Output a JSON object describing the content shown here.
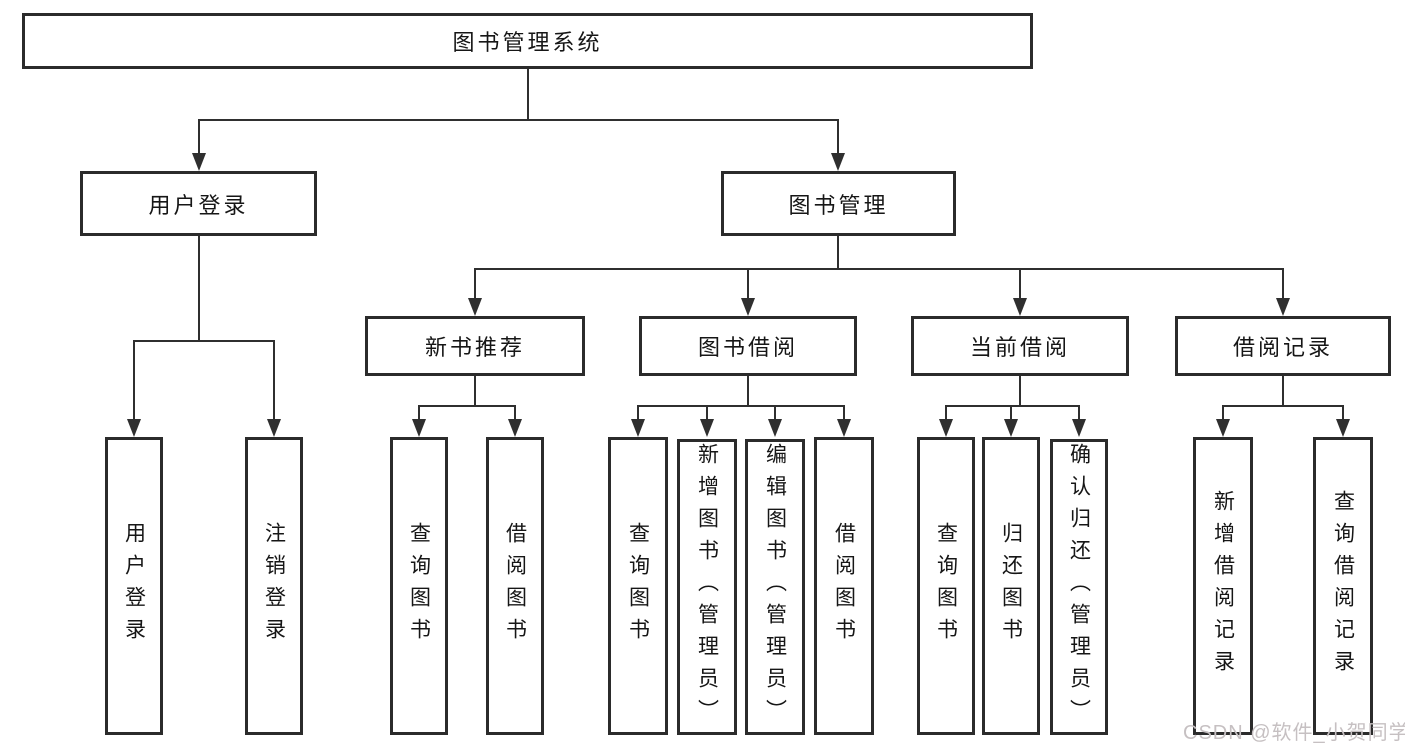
{
  "diagram": {
    "root": {
      "label": "图书管理系统"
    },
    "level2": {
      "user_login": "用户登录",
      "book_management": "图书管理"
    },
    "level3": {
      "new_book_recommendation": "新书推荐",
      "book_borrowing": "图书借阅",
      "current_borrowing": "当前借阅",
      "borrowing_records": "借阅记录"
    },
    "leaves": {
      "user_login": "用户登录",
      "logout": "注销登录",
      "nb_query_books": "查询图书",
      "nb_borrow_books": "借阅图书",
      "bb_query_books": "查询图书",
      "bb_add_books_admin": "新增图书（管理员）",
      "bb_edit_books_admin": "编辑图书（管理员）",
      "bb_borrow_books": "借阅图书",
      "cb_query_books": "查询图书",
      "cb_return_books": "归还图书",
      "cb_confirm_return_admin": "确认归还（管理员）",
      "br_add_record": "新增借阅记录",
      "br_query_record": "查询借阅记录"
    }
  },
  "watermark": "CSDN @软件_小贺同学"
}
